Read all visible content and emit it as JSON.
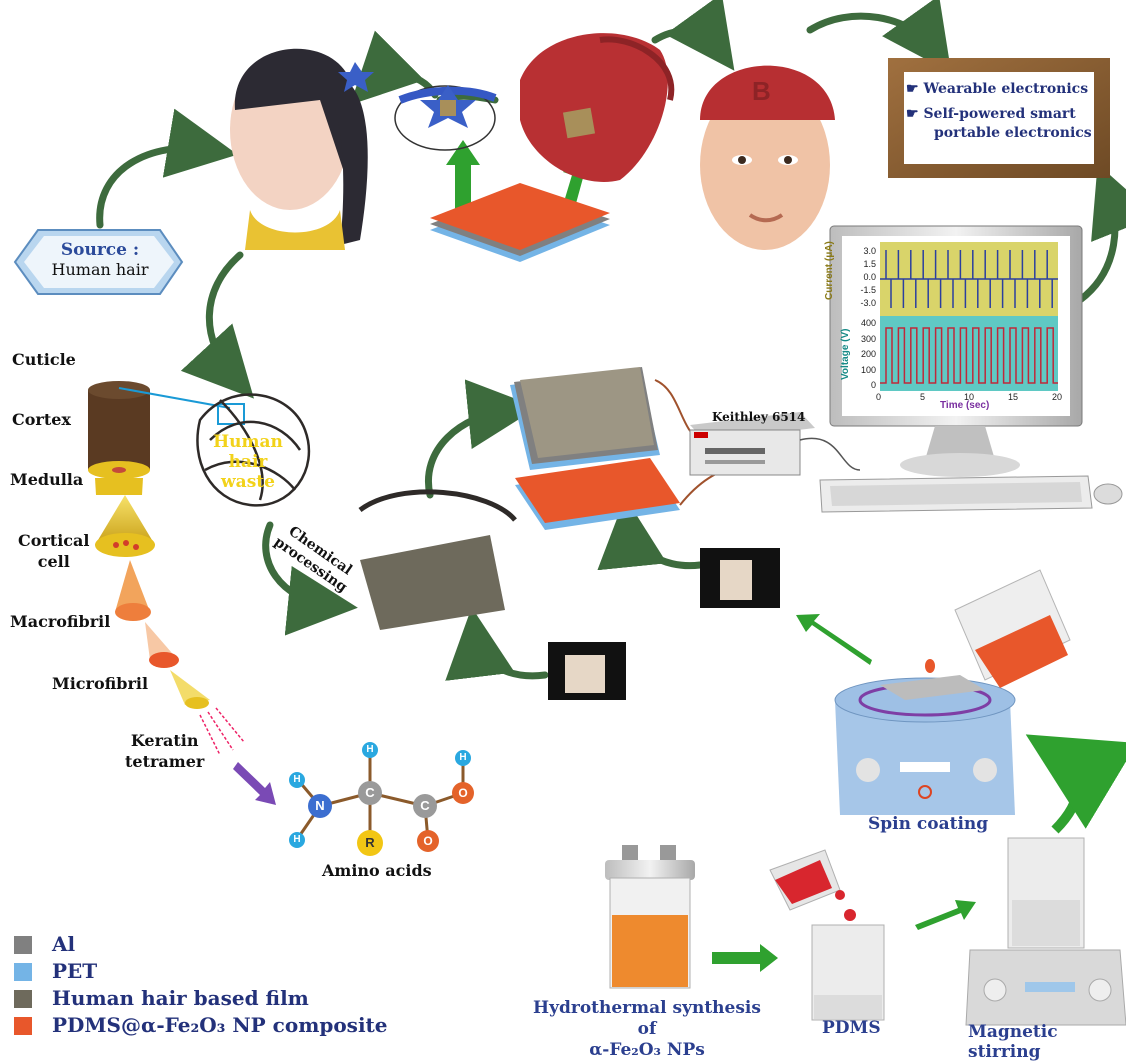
{
  "source": {
    "title": "Source :",
    "subtitle": "Human hair"
  },
  "applications": {
    "item1": "Wearable electronics",
    "item2_line1": "Self-powered smart",
    "item2_line2": "portable electronics"
  },
  "hair_structure": {
    "cuticle": "Cuticle",
    "cortex": "Cortex",
    "medulla": "Medulla",
    "cortical_cell_line1": "Cortical",
    "cortical_cell_line2": "cell",
    "macrofibril": "Macrofibril",
    "microfibril": "Microfibril",
    "keratin_line1": "Keratin",
    "keratin_line2": "tetramer",
    "amino_acids": "Amino acids"
  },
  "hair_waste": {
    "line1": "Human",
    "line2": "hair",
    "line3": "waste"
  },
  "chemical_processing": {
    "line1": "Chemical",
    "line2": "processing"
  },
  "instrument": "Keithley 6514",
  "monitor_chart": {
    "current_label": "Current (μA)",
    "voltage_label": "Voltage (V)",
    "time_label": "Time (sec)",
    "current_ticks": [
      "3.0",
      "1.5",
      "0.0",
      "-1.5",
      "-3.0"
    ],
    "voltage_ticks": [
      "400",
      "300",
      "200",
      "100",
      "0"
    ],
    "time_ticks": [
      "0",
      "5",
      "10",
      "15",
      "20"
    ]
  },
  "process": {
    "spin_coating": "Spin coating",
    "hydrothermal_line1": "Hydrothermal synthesis of",
    "hydrothermal_line2": "α-Fe₂O₃ NPs",
    "pdms": "PDMS",
    "magnetic_stirring": "Magnetic stirring"
  },
  "amino": {
    "N": "N",
    "C1": "C",
    "C2": "C",
    "O1": "O",
    "O2": "O",
    "R": "R",
    "H": "H"
  },
  "legend": [
    {
      "label": "Al",
      "color": "#808080"
    },
    {
      "label": "PET",
      "color": "#74b4e6"
    },
    {
      "label": "Human hair based film",
      "color": "#6e6a5c"
    },
    {
      "label": "PDMS@α-Fe₂O₃ NP composite",
      "color": "#e8572b"
    }
  ],
  "colors": {
    "arrow": "#3d6b3d",
    "green_arrow": "#2fa12f",
    "label_blue": "#2b3f8f",
    "orange": "#e8572b"
  }
}
